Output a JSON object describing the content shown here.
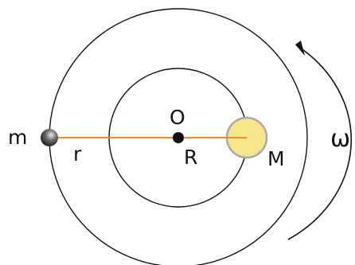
{
  "diagram": {
    "labels": {
      "mass_small": "m",
      "mass_large": "M",
      "center": "O",
      "radius_small": "r",
      "radius_large": "R",
      "angular_velocity": "ω"
    },
    "colors": {
      "line": "#111111",
      "radius_line": "#f08a2a",
      "sun_fill": "#f8e58a",
      "sun_stroke": "#a8a8a8",
      "planet_fill": "#4a4a4a"
    }
  }
}
